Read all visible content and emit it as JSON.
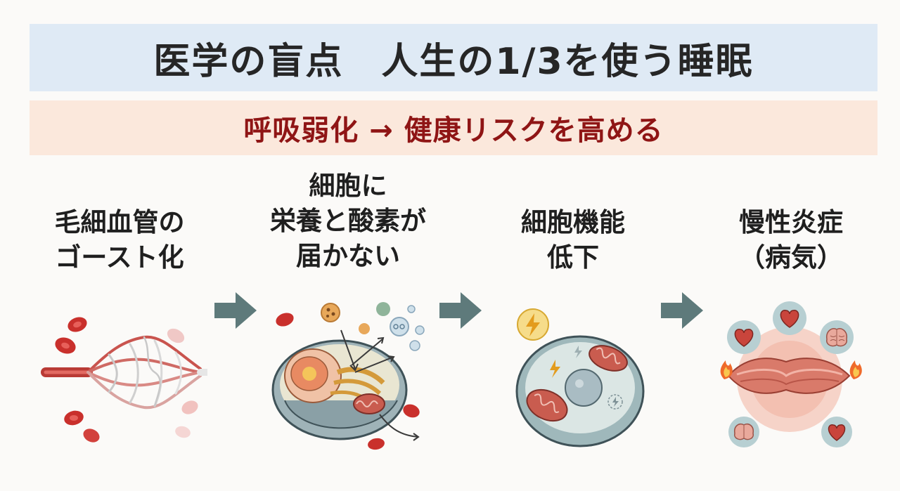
{
  "title": "医学の盲点　人生の1/3を使う睡眠",
  "subtitle": "呼吸弱化 → 健康リスクを高める",
  "steps": [
    {
      "lines": [
        "毛細血管の",
        "ゴースト化"
      ],
      "icon": "ghost-capillary-illustration"
    },
    {
      "lines": [
        "細胞に",
        "栄養と酸素が",
        "届かない"
      ],
      "icon": "cell-nutrient-illustration"
    },
    {
      "lines": [
        "細胞機能",
        "低下"
      ],
      "icon": "cell-dysfunction-illustration"
    },
    {
      "lines": [
        "慢性炎症",
        "（病気）"
      ],
      "icon": "chronic-inflammation-illustration"
    }
  ],
  "colors": {
    "title_bg": "#dfeaf5",
    "subtitle_bg": "#fbe8dc",
    "subtitle_text": "#8f1515",
    "arrow": "#5e7a7b"
  }
}
